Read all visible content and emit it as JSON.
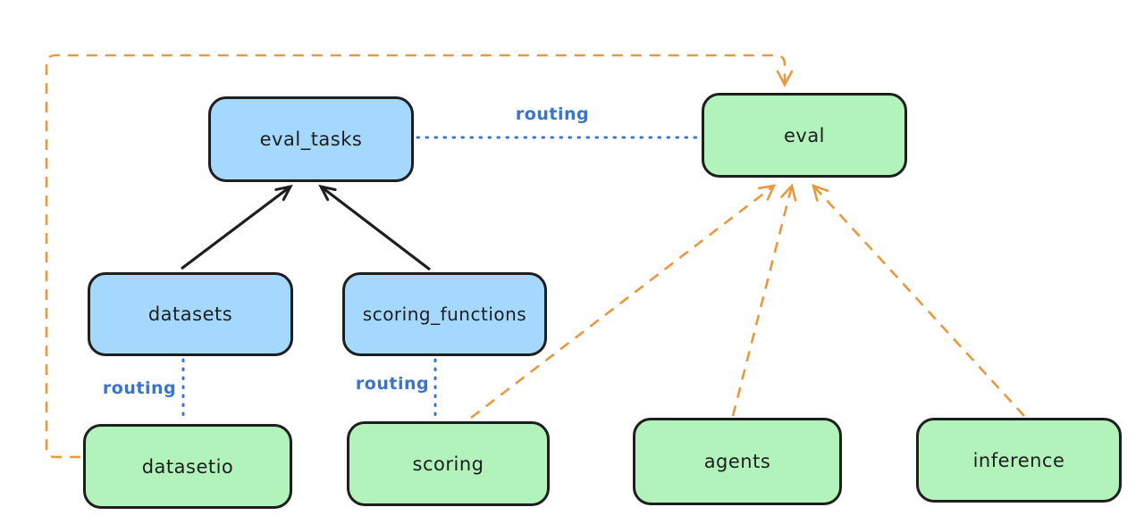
{
  "colors": {
    "background": "#ffffff",
    "stroke": "#1e1e1e",
    "blue_fill": "#a5d8ff",
    "green_fill": "#b2f2bb",
    "routing_blue": "#3b74c8",
    "orange": "#e8993e"
  },
  "nodes": {
    "eval_tasks": {
      "label": "eval_tasks",
      "color": "blue"
    },
    "eval": {
      "label": "eval",
      "color": "green"
    },
    "datasets": {
      "label": "datasets",
      "color": "blue"
    },
    "scoring_functions": {
      "label": "scoring_functions",
      "color": "blue"
    },
    "datasetio": {
      "label": "datasetio",
      "color": "green"
    },
    "scoring": {
      "label": "scoring",
      "color": "green"
    },
    "agents": {
      "label": "agents",
      "color": "green"
    },
    "inference": {
      "label": "inference",
      "color": "green"
    }
  },
  "edge_labels": {
    "eval_tasks_to_eval": "routing",
    "datasets_to_datasetio": "routing",
    "scoring_functions_to_scoring": "routing"
  },
  "edges": [
    {
      "from": "datasets",
      "to": "eval_tasks",
      "style": "solid",
      "color": "black",
      "arrow": true
    },
    {
      "from": "scoring_functions",
      "to": "eval_tasks",
      "style": "solid",
      "color": "black",
      "arrow": true
    },
    {
      "from": "eval_tasks",
      "to": "eval",
      "style": "dotted",
      "color": "blue",
      "arrow": false,
      "label": "routing"
    },
    {
      "from": "datasets",
      "to": "datasetio",
      "style": "dotted",
      "color": "blue",
      "arrow": false,
      "label": "routing"
    },
    {
      "from": "scoring_functions",
      "to": "scoring",
      "style": "dotted",
      "color": "blue",
      "arrow": false,
      "label": "routing"
    },
    {
      "from": "datasetio",
      "to": "eval",
      "style": "dashed",
      "color": "orange",
      "arrow": true,
      "route": "around-left-and-top"
    },
    {
      "from": "scoring",
      "to": "eval",
      "style": "dashed",
      "color": "orange",
      "arrow": true
    },
    {
      "from": "agents",
      "to": "eval",
      "style": "dashed",
      "color": "orange",
      "arrow": true
    },
    {
      "from": "inference",
      "to": "eval",
      "style": "dashed",
      "color": "orange",
      "arrow": true
    }
  ]
}
